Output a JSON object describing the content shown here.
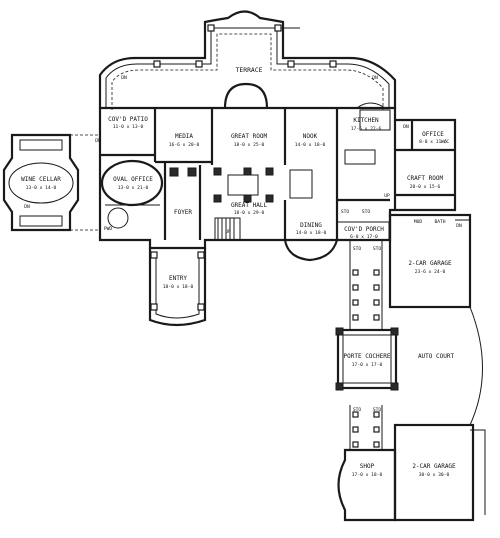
{
  "rooms": {
    "terrace": {
      "name": "TERRACE"
    },
    "covd_patio": {
      "name": "COV'D PATIO",
      "dims": "11-0 x 13-0"
    },
    "media": {
      "name": "MEDIA",
      "dims": "16-6 x 20-0"
    },
    "great_room": {
      "name": "GREAT ROOM",
      "dims": "18-0 x 25-0"
    },
    "nook": {
      "name": "NOOK",
      "dims": "14-0 x 18-0"
    },
    "kitchen": {
      "name": "KITCHEN",
      "dims": "17-6 x 22-6"
    },
    "office": {
      "name": "OFFICE",
      "dims": "8-0 x 11-6"
    },
    "wine_cellar": {
      "name": "WINE CELLAR",
      "dims": "13-0 x 14-0"
    },
    "oval_office": {
      "name": "OVAL OFFICE",
      "dims": "13-0 x 21-0"
    },
    "foyer": {
      "name": "FOYER"
    },
    "great_hall": {
      "name": "GREAT HALL",
      "dims": "18-0 x 29-0"
    },
    "dining": {
      "name": "DINING",
      "dims": "14-0 x 18-0"
    },
    "craft_room": {
      "name": "CRAFT ROOM",
      "dims": "20-0 x 15-6"
    },
    "covd_porch": {
      "name": "COV'D PORCH",
      "dims": "6-0 x 17-0"
    },
    "garage_2car_a": {
      "name": "2-CAR GARAGE",
      "dims": "23-6 x 24-0"
    },
    "entry": {
      "name": "ENTRY",
      "dims": "18-0 x 18-0"
    },
    "porte_cochere": {
      "name": "PORTE COCHERE",
      "dims": "17-0 x 17-0"
    },
    "auto_court": {
      "name": "AUTO COURT"
    },
    "shop": {
      "name": "SHOP",
      "dims": "17-0 x 18-0"
    },
    "garage_2car_b": {
      "name": "2-CAR GARAGE",
      "dims": "30-0 x 30-0"
    }
  },
  "marks": {
    "dn": "DN",
    "up": "UP",
    "sto": "STO",
    "mud": "MUD",
    "pwd": "PWD",
    "wic": "W/C",
    "bath": "BATH"
  }
}
